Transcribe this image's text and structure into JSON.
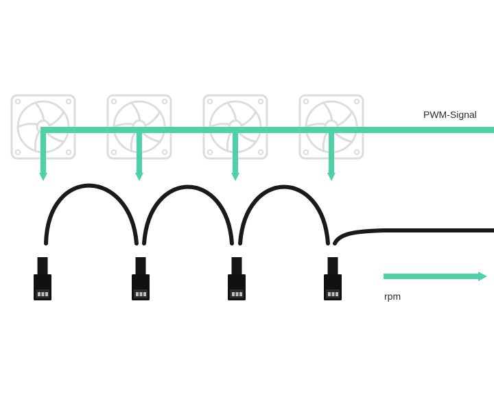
{
  "diagram": {
    "labels": {
      "pwm_signal": "PWM-Signal",
      "rpm": "rpm"
    },
    "icons": {
      "fan": "fan-icon",
      "connector": "fan-connector-icon"
    },
    "fan_count": 4,
    "connector_count": 4,
    "colors": {
      "signal": "#4fd1a8",
      "cable": "#1a1a1a",
      "fan_outline": "#dcdcdc",
      "label": "#2b2b2b",
      "background": "#ffffff"
    }
  }
}
